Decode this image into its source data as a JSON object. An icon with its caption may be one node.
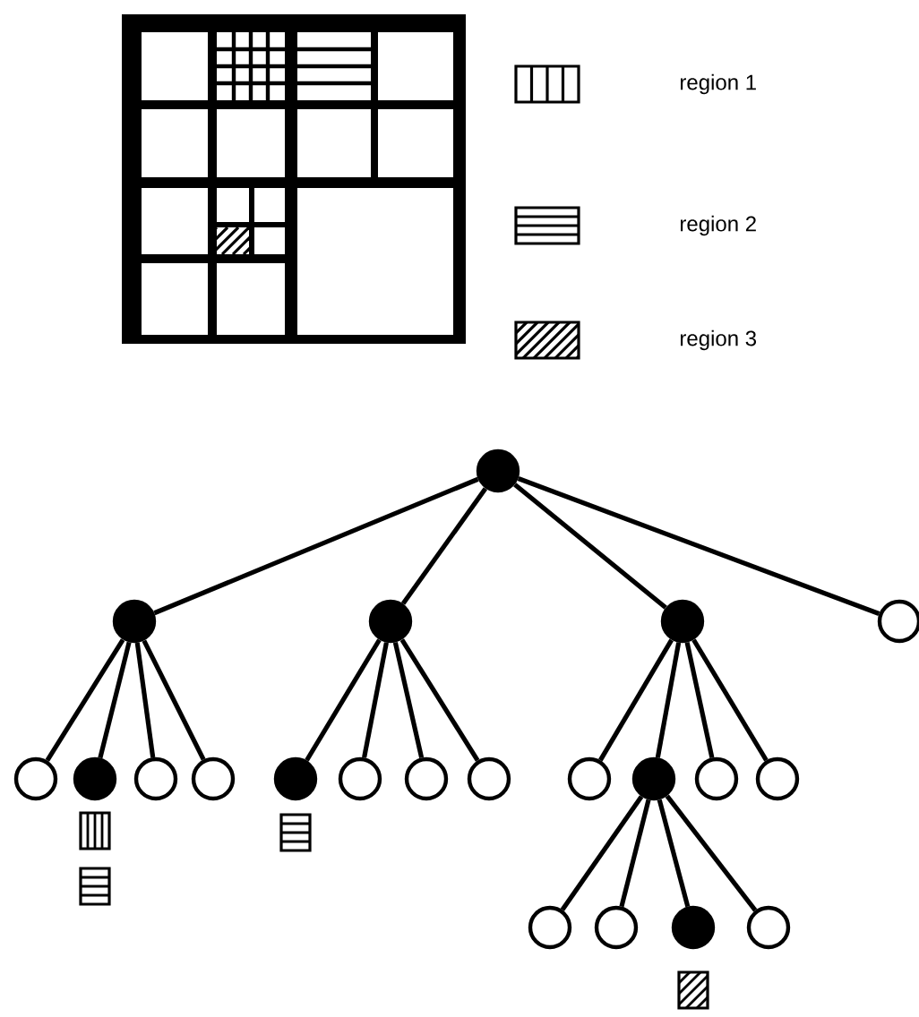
{
  "diagram": {
    "nodes": [
      {
        "text": [],
        "shape": "circle"
      },
      {
        "text": [],
        "shape": "circle"
      },
      {
        "text": [],
        "shape": "circle"
      },
      {
        "text": [],
        "shape": "circle"
      },
      {
        "text": [],
        "shape": "circle"
      },
      {
        "text": [],
        "shape": "circle"
      },
      {
        "text": [],
        "shape": "circle"
      },
      {
        "text": [],
        "shape": "circle"
      },
      {
        "text": [],
        "shape": "circle"
      },
      {
        "text": [],
        "shape": "circle"
      },
      {
        "text": [],
        "shape": "circle"
      },
      {
        "text": [],
        "shape": "circle"
      },
      {
        "text": [],
        "shape": "circle"
      },
      {
        "text": [],
        "shape": "circle"
      },
      {
        "text": [],
        "shape": "circle"
      },
      {
        "text": [],
        "shape": "circle"
      },
      {
        "text": [],
        "shape": "circle"
      },
      {
        "text": [],
        "shape": "circle"
      },
      {
        "text": [],
        "shape": "circle"
      },
      {
        "text": [],
        "shape": "circle"
      },
      {
        "text": [],
        "shape": "circle"
      }
    ],
    "edges": [
      {
        "from": 0,
        "to": 1,
        "arrow": "none"
      },
      {
        "from": 0,
        "to": 2,
        "arrow": "none"
      },
      {
        "from": 0,
        "to": 3,
        "arrow": "none"
      },
      {
        "from": 0,
        "to": 4,
        "arrow": "none"
      },
      {
        "from": 1,
        "to": 5,
        "arrow": "none"
      },
      {
        "from": 1,
        "to": 6,
        "arrow": "none"
      },
      {
        "from": 1,
        "to": 7,
        "arrow": "none"
      },
      {
        "from": 1,
        "to": 8,
        "arrow": "none"
      },
      {
        "from": 2,
        "to": 9,
        "arrow": "none"
      },
      {
        "from": 2,
        "to": 10,
        "arrow": "none"
      },
      {
        "from": 2,
        "to": 11,
        "arrow": "none"
      },
      {
        "from": 2,
        "to": 12,
        "arrow": "none"
      },
      {
        "from": 3,
        "to": 13,
        "arrow": "none"
      },
      {
        "from": 3,
        "to": 14,
        "arrow": "none"
      },
      {
        "from": 3,
        "to": 15,
        "arrow": "none"
      },
      {
        "from": 3,
        "to": 16,
        "arrow": "none"
      },
      {
        "from": 14,
        "to": 17,
        "arrow": "none"
      },
      {
        "from": 14,
        "to": 18,
        "arrow": "none"
      },
      {
        "from": 14,
        "to": 19,
        "arrow": "none"
      },
      {
        "from": 14,
        "to": 20,
        "arrow": "none"
      }
    ],
    "legend": [
      {
        "text": "region 1"
      },
      {
        "text": "region 2"
      },
      {
        "text": "region 3"
      }
    ]
  }
}
